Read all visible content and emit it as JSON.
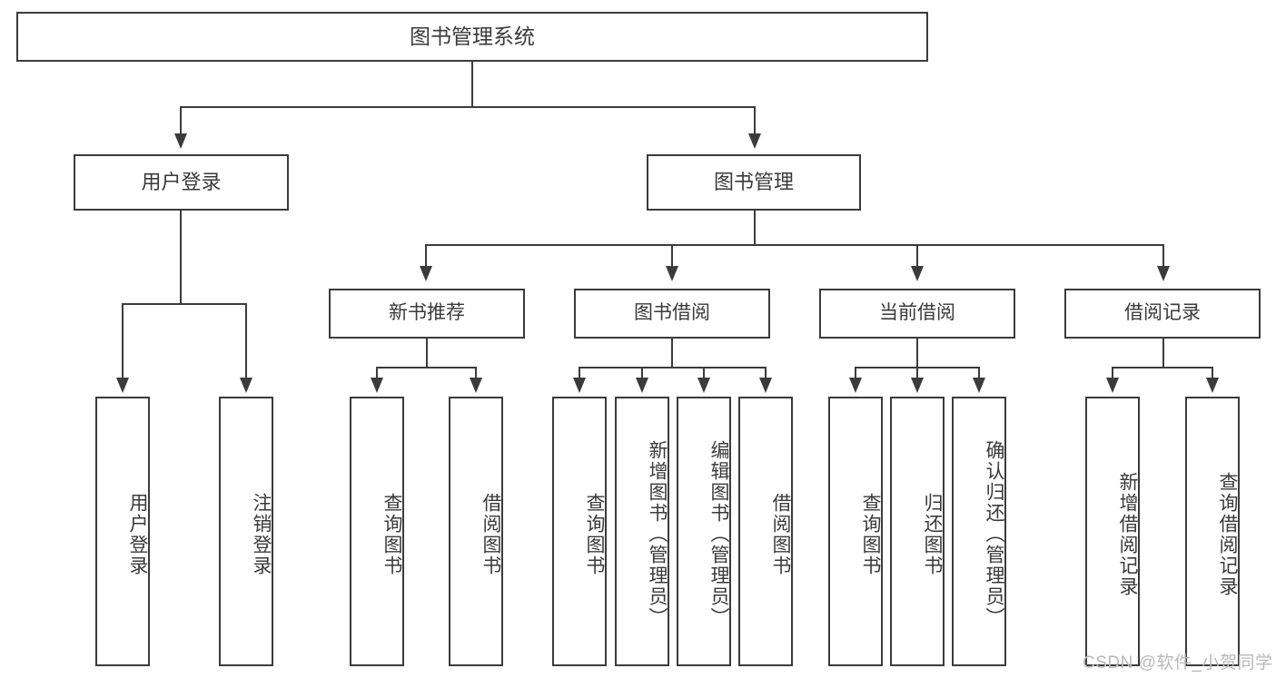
{
  "diagram": {
    "title": "图书管理系统",
    "type": "功能结构图",
    "root": {
      "label": "图书管理系统"
    },
    "level2": [
      {
        "id": "user-login",
        "label": "用户登录"
      },
      {
        "id": "book-manage",
        "label": "图书管理"
      }
    ],
    "level3": [
      {
        "id": "new-book-recommend",
        "label": "新书推荐",
        "parent": "book-manage"
      },
      {
        "id": "book-borrow",
        "label": "图书借阅",
        "parent": "book-manage"
      },
      {
        "id": "current-borrow",
        "label": "当前借阅",
        "parent": "book-manage"
      },
      {
        "id": "borrow-record",
        "label": "借阅记录",
        "parent": "book-manage"
      }
    ],
    "leaves": [
      {
        "id": "leaf-user-login",
        "label": "用户登录",
        "parent": "user-login"
      },
      {
        "id": "leaf-logout-login",
        "label": "注销登录",
        "parent": "user-login"
      },
      {
        "id": "leaf-query-book-1",
        "label": "查询图书",
        "parent": "new-book-recommend"
      },
      {
        "id": "leaf-borrow-book-1",
        "label": "借阅图书",
        "parent": "new-book-recommend"
      },
      {
        "id": "leaf-query-book-2",
        "label": "查询图书",
        "parent": "book-borrow"
      },
      {
        "id": "leaf-add-book",
        "label": "新增图书（管理员）",
        "parent": "book-borrow"
      },
      {
        "id": "leaf-edit-book",
        "label": "编辑图书（管理员）",
        "parent": "book-borrow"
      },
      {
        "id": "leaf-borrow-book-2",
        "label": "借阅图书",
        "parent": "book-borrow"
      },
      {
        "id": "leaf-query-book-3",
        "label": "查询图书",
        "parent": "current-borrow"
      },
      {
        "id": "leaf-return-book",
        "label": "归还图书",
        "parent": "current-borrow"
      },
      {
        "id": "leaf-confirm-return",
        "label": "确认归还（管理员）",
        "parent": "current-borrow"
      },
      {
        "id": "leaf-add-record",
        "label": "新增借阅记录",
        "parent": "borrow-record"
      },
      {
        "id": "leaf-query-record",
        "label": "查询借阅记录",
        "parent": "borrow-record"
      }
    ],
    "watermark": "CSDN @软件_小贺同学",
    "colors": {
      "stroke": "#3b3b3b",
      "text": "#3a3a3a",
      "background": "#ffffff",
      "watermark": "#b9b9b9"
    }
  }
}
